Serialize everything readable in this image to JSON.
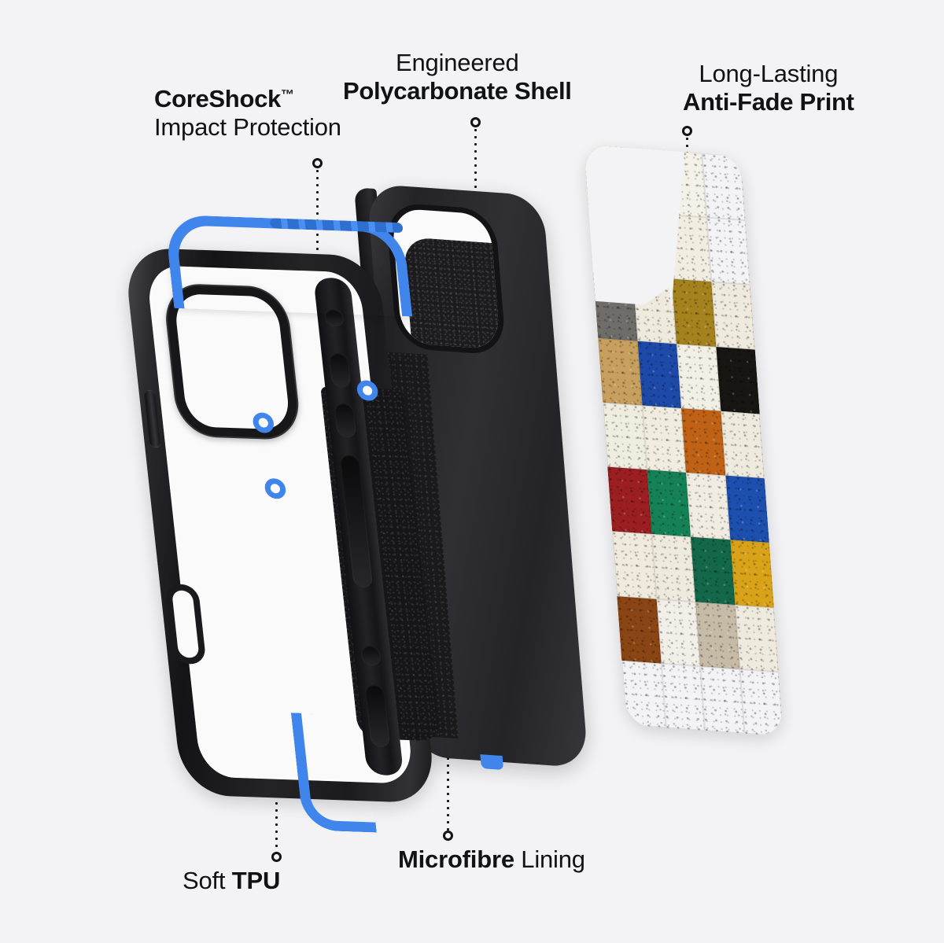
{
  "page": {
    "background_color": "#f3f3f5",
    "text_color": "#111214",
    "accent_blue": "#3f85ec",
    "shell_black": "#242427"
  },
  "callouts": [
    {
      "id": "coreshock",
      "line1": "CoreShock",
      "trademark": "™",
      "line2": "Impact Protection",
      "emphasis": "line1",
      "position": "top-left",
      "leader": "down"
    },
    {
      "id": "polycarbonate",
      "line1": "Engineered",
      "line2": "Polycarbonate Shell",
      "emphasis": "line2",
      "position": "top-center",
      "leader": "down"
    },
    {
      "id": "anti-fade",
      "line1": "Long-Lasting",
      "line2": "Anti-Fade Print",
      "emphasis": "line2",
      "position": "top-right",
      "leader": "down"
    },
    {
      "id": "tpu",
      "text_normal": "Soft ",
      "text_bold": "TPU",
      "position": "bottom-left",
      "leader": "up"
    },
    {
      "id": "microfibre",
      "text_bold": "Microfibre",
      "text_normal": " Lining",
      "position": "bottom-center",
      "leader": "up"
    }
  ],
  "layers": [
    {
      "id": "tpu-bumper",
      "name": "Soft TPU bumper frame",
      "color": "#17171a",
      "accent": "#3f85ec"
    },
    {
      "id": "polycarbonate-shell",
      "name": "Engineered polycarbonate shell",
      "color": "#242427",
      "lining": "microfibre"
    },
    {
      "id": "print-panel",
      "name": "Anti-fade printed panel",
      "pattern": "stone-checkerboard"
    }
  ],
  "print_pattern": {
    "columns": 4,
    "rows": 9,
    "tiles": [
      "#d0a62c",
      "#efece2",
      "#f4f1e8",
      "#f3f3f5",
      "#f2eee2",
      "#b5302c",
      "#f1ede1",
      "#f3f3f5",
      "#6e6d69",
      "#efeade",
      "#a4821d",
      "#efeade",
      "#c79f5e",
      "#1d49a8",
      "#f2efe4",
      "#171613",
      "#efece0",
      "#f0ece0",
      "#bf6216",
      "#efeade",
      "#9b1f20",
      "#148256",
      "#f0ece1",
      "#1d4fae",
      "#efeadd",
      "#eeeade",
      "#14684a",
      "#d9a319",
      "#8a4515",
      "#f1efe8",
      "#c6bba6",
      "#eeeade",
      "#f3f3f5",
      "#f3f3f5",
      "#f3f3f5",
      "#f3f3f5"
    ]
  }
}
